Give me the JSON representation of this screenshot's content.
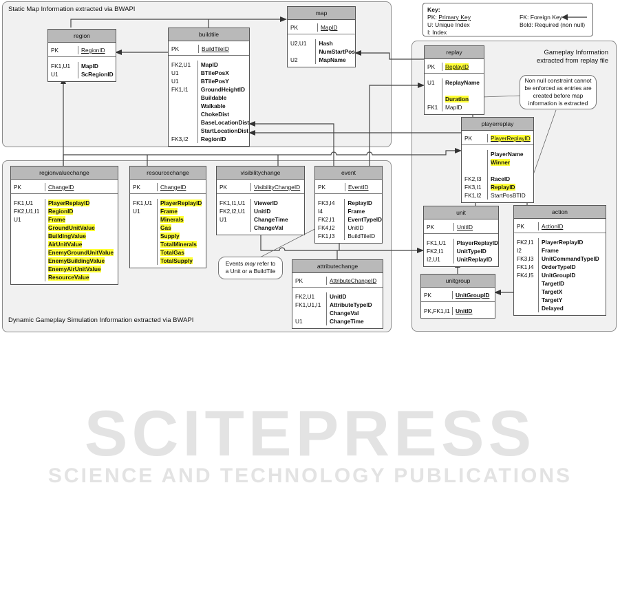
{
  "regions": {
    "static": "Static Map Information extracted via BWAPI",
    "dynamic": "Dynamic Gameplay Simulation Information extracted via BWAPI",
    "gameplay_line1": "Gameplay Information",
    "gameplay_line2": "extracted from replay file"
  },
  "key": {
    "title": "Key:",
    "pk_prefix": "PK: ",
    "pk_term": "Primary Key",
    "u": "U: Unique Index",
    "i": "I: Index",
    "fk": "FK: Foreign Key",
    "bold": "Bold: Required (non null)"
  },
  "callouts": {
    "mapid_line1": "Non null constraint cannot",
    "mapid_line2": "be enforced as entries are",
    "mapid_line3": "created before map",
    "mapid_line4": "information is extracted",
    "event_line1_a": "Events ",
    "event_line1_em": "may",
    "event_line1_b": " refer to",
    "event_line2": "a Unit or a BuildTile"
  },
  "tables": {
    "region": {
      "name": "region",
      "pk": "PK",
      "pk_field": "RegionID",
      "rows": [
        [
          "FK1,U1",
          "MapID"
        ],
        [
          "U1",
          "ScRegionID"
        ]
      ]
    },
    "buildtile": {
      "name": "buildtile",
      "pk": "PK",
      "pk_field": "BuildTileID",
      "rows": [
        [
          "FK2,U1",
          "MapID"
        ],
        [
          "U1",
          "BTilePosX"
        ],
        [
          "U1",
          "BTilePosY"
        ],
        [
          "FK1,I1",
          "GroundHeightID"
        ],
        [
          "",
          "Buildable"
        ],
        [
          "",
          "Walkable"
        ],
        [
          "",
          "ChokeDist"
        ],
        [
          "",
          "BaseLocationDist"
        ],
        [
          "",
          "StartLocationDist"
        ],
        [
          "FK3,I2",
          "RegionID"
        ]
      ]
    },
    "map": {
      "name": "map",
      "pk": "PK",
      "pk_field": "MapID",
      "rows": [
        [
          "U2,U1",
          "Hash"
        ],
        [
          "",
          "NumStartPos"
        ],
        [
          "U2",
          "MapName"
        ]
      ]
    },
    "replay": {
      "name": "replay",
      "pk": "PK",
      "pk_field": "ReplayID",
      "rows": [
        [
          "U1",
          "ReplayName"
        ],
        [
          "",
          "Duration"
        ],
        [
          "FK1",
          "MapID"
        ]
      ]
    },
    "playerreplay": {
      "name": "playerreplay",
      "pk": "PK",
      "pk_field": "PlayerReplayID",
      "rows": [
        [
          "",
          "PlayerName"
        ],
        [
          "",
          "Winner"
        ],
        [
          "FK2,I3",
          "RaceID"
        ],
        [
          "FK3,I1",
          "ReplayID"
        ],
        [
          "FK1,I2",
          "StartPosBTID"
        ]
      ]
    },
    "regionvaluechange": {
      "name": "regionvaluechange",
      "pk": "PK",
      "pk_field": "ChangeID",
      "rows": [
        [
          "FK1,U1",
          "PlayerReplayID"
        ],
        [
          "FK2,U1,I1",
          "RegionID"
        ],
        [
          "U1",
          "Frame"
        ],
        [
          "",
          "GroundUnitValue"
        ],
        [
          "",
          "BuildingValue"
        ],
        [
          "",
          "AirUnitValue"
        ],
        [
          "",
          "EnemyGroundUnitValue"
        ],
        [
          "",
          "EnemyBuildingValue"
        ],
        [
          "",
          "EnemyAirUnitValue"
        ],
        [
          "",
          "ResourceValue"
        ]
      ]
    },
    "resourcechange": {
      "name": "resourcechange",
      "pk": "PK",
      "pk_field": "ChangeID",
      "rows": [
        [
          "FK1,U1",
          "PlayerReplayID"
        ],
        [
          "U1",
          "Frame"
        ],
        [
          "",
          "Minerals"
        ],
        [
          "",
          "Gas"
        ],
        [
          "",
          "Supply"
        ],
        [
          "",
          "TotalMinerals"
        ],
        [
          "",
          "TotalGas"
        ],
        [
          "",
          "TotalSupply"
        ]
      ]
    },
    "visibilitychange": {
      "name": "visibilitychange",
      "pk": "PK",
      "pk_field": "VisibilityChangeID",
      "rows": [
        [
          "FK1,I1,U1",
          "ViewerID"
        ],
        [
          "FK2,I2,U1",
          "UnitID"
        ],
        [
          "U1",
          "ChangeTime"
        ],
        [
          "",
          "ChangeVal"
        ]
      ]
    },
    "event": {
      "name": "event",
      "pk": "PK",
      "pk_field": "EventID",
      "rows": [
        [
          "FK3,I4",
          "ReplayID"
        ],
        [
          "I4",
          "Frame"
        ],
        [
          "FK2,I1",
          "EventTypeID"
        ],
        [
          "FK4,I2",
          "UnitID"
        ],
        [
          "FK1,I3",
          "BuildTileID"
        ]
      ]
    },
    "attributechange": {
      "name": "attributechange",
      "pk": "PK",
      "pk_field": "AttributeChangeID",
      "rows": [
        [
          "FK2,U1",
          "UnitID"
        ],
        [
          "FK1,U1,I1",
          "AttributeTypeID"
        ],
        [
          "",
          "ChangeVal"
        ],
        [
          "U1",
          "ChangeTime"
        ]
      ]
    },
    "unit": {
      "name": "unit",
      "pk": "PK",
      "pk_field": "UnitID",
      "rows": [
        [
          "FK1,U1",
          "PlayerReplayID"
        ],
        [
          "FK2,I1",
          "UnitTypeID"
        ],
        [
          "I2,U1",
          "UnitReplayID"
        ]
      ]
    },
    "unitgroup": {
      "name": "unitgroup",
      "pk": "PK",
      "pk_field": "UnitGroupID",
      "rows": [
        [
          "PK,FK1,I1",
          "UnitID"
        ]
      ]
    },
    "action": {
      "name": "action",
      "pk": "PK",
      "pk_field": "ActionID",
      "rows": [
        [
          "FK2,I1",
          "PlayerReplayID"
        ],
        [
          "I2",
          "Frame"
        ],
        [
          "FK3,I3",
          "UnitCommandTypeID"
        ],
        [
          "FK1,I4",
          "OrderTypeID"
        ],
        [
          "FK4,I5",
          "UnitGroupID"
        ],
        [
          "",
          "TargetID"
        ],
        [
          "",
          "TargetX"
        ],
        [
          "",
          "TargetY"
        ],
        [
          "",
          "Delayed"
        ]
      ]
    }
  },
  "watermark": {
    "line1": "SCITEPRESS",
    "line2": "SCIENCE AND TECHNOLOGY PUBLICATIONS"
  }
}
